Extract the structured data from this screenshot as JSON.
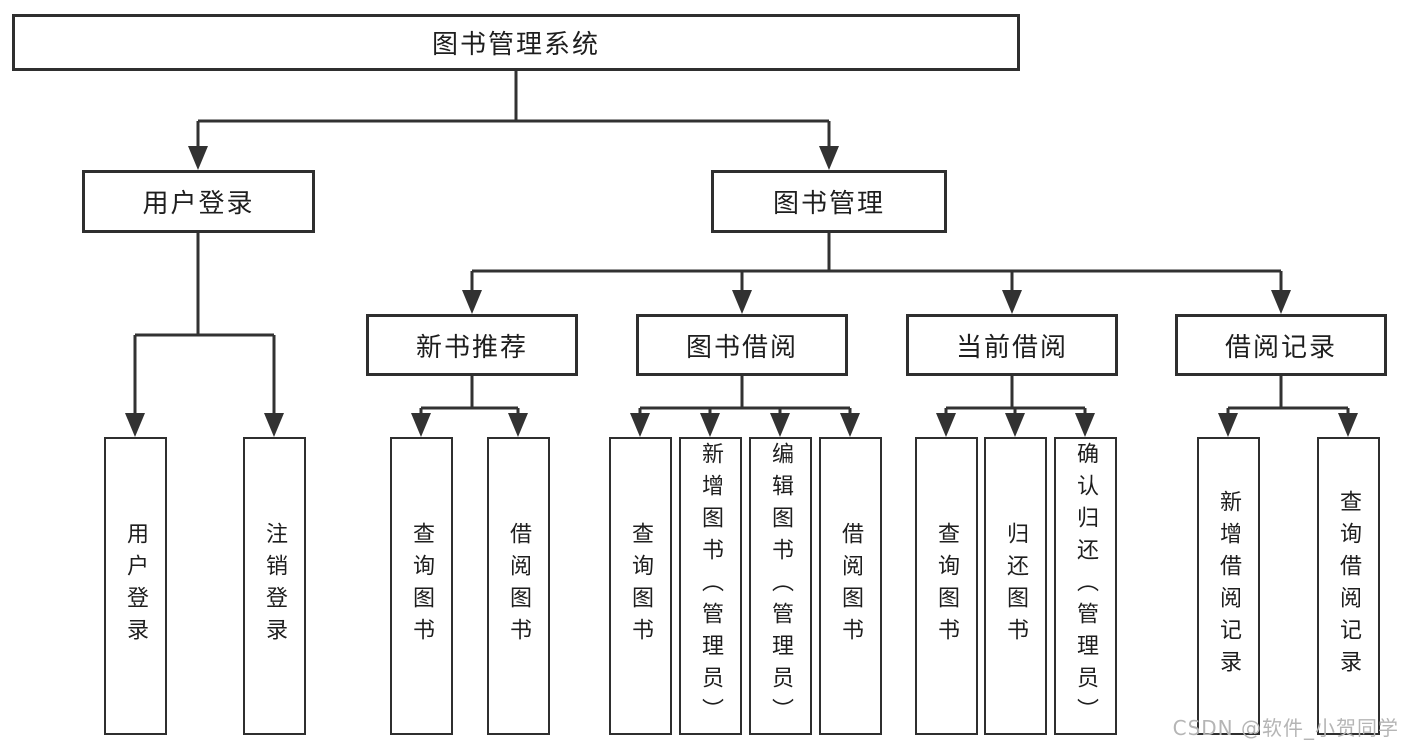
{
  "tree": {
    "label": "图书管理系统",
    "children": [
      {
        "label": "用户登录",
        "children": [
          {
            "label": "用户登录"
          },
          {
            "label": "注销登录"
          }
        ]
      },
      {
        "label": "图书管理",
        "children": [
          {
            "label": "新书推荐",
            "children": [
              {
                "label": "查询图书"
              },
              {
                "label": "借阅图书"
              }
            ]
          },
          {
            "label": "图书借阅",
            "children": [
              {
                "label": "查询图书"
              },
              {
                "label": "新增图书（管理员）"
              },
              {
                "label": "编辑图书（管理员）"
              },
              {
                "label": "借阅图书"
              }
            ]
          },
          {
            "label": "当前借阅",
            "children": [
              {
                "label": "查询图书"
              },
              {
                "label": "归还图书"
              },
              {
                "label": "确认归还（管理员）"
              }
            ]
          },
          {
            "label": "借阅记录",
            "children": [
              {
                "label": "新增借阅记录"
              },
              {
                "label": "查询借阅记录"
              }
            ]
          }
        ]
      }
    ]
  },
  "watermark": "CSDN @软件_小贺同学",
  "colors": {
    "line": "#323232",
    "text": "#1e1e1e",
    "box_background": "#ffffff",
    "watermark": "#b5b5b5",
    "background": "#ffffff"
  }
}
